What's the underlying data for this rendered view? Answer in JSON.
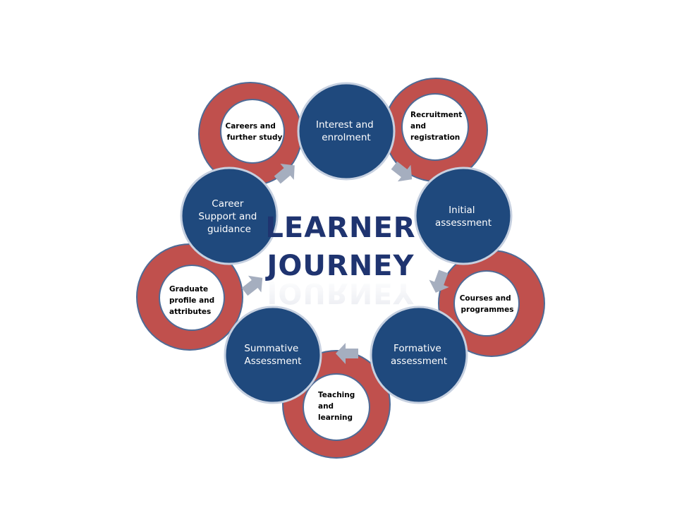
{
  "title": {
    "line1": "LEARNER",
    "line2": "JOURNEY"
  },
  "colors": {
    "main_node_fill": "#1f497d",
    "main_node_stroke": "#c6d0e0",
    "ring_fill": "#c0504d",
    "ring_stroke": "#4f6b96",
    "inner_fill": "#ffffff",
    "arrow_fill": "#a5aebf",
    "title": "#1f3470"
  },
  "main_stages": [
    {
      "id": "interest",
      "lines": [
        "Interest and",
        "enrolment"
      ]
    },
    {
      "id": "initial",
      "lines": [
        "Initial",
        "assessment"
      ]
    },
    {
      "id": "formative",
      "lines": [
        "Formative",
        "assessment"
      ]
    },
    {
      "id": "summative",
      "lines": [
        "Summative",
        "Assessment"
      ]
    },
    {
      "id": "career",
      "lines": [
        "Career",
        "Support  and",
        "guidance"
      ]
    }
  ],
  "sub_stages": [
    {
      "id": "recruitment",
      "lines": [
        "Recruitment",
        "and",
        "registration"
      ]
    },
    {
      "id": "courses",
      "lines": [
        "Courses and",
        "programmes"
      ]
    },
    {
      "id": "teaching",
      "lines": [
        "Teaching",
        "and",
        "learning"
      ]
    },
    {
      "id": "graduate",
      "lines": [
        "Graduate",
        "profile and",
        "attributes"
      ]
    },
    {
      "id": "careers",
      "lines": [
        "Careers and",
        "further study"
      ]
    }
  ]
}
